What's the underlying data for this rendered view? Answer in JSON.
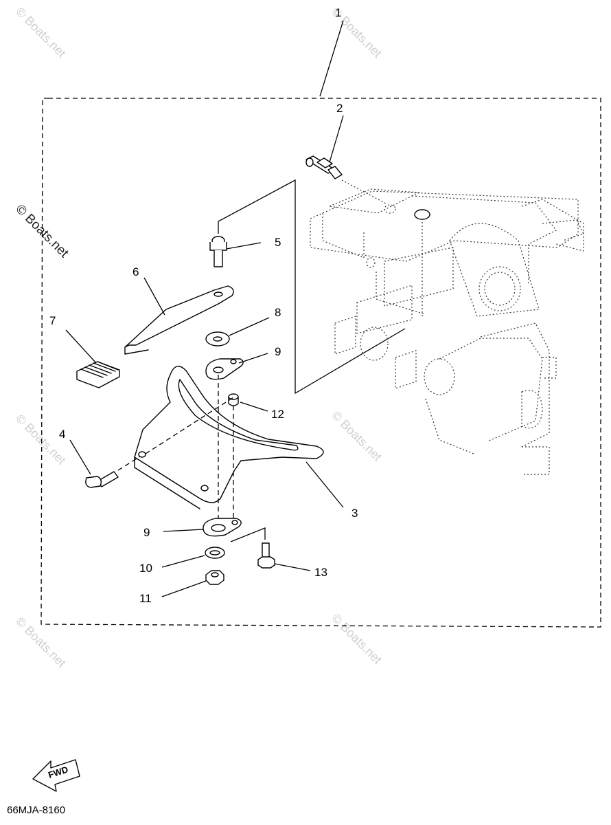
{
  "callouts": {
    "c1": "1",
    "c2": "2",
    "c3": "3",
    "c4": "4",
    "c5": "5",
    "c6": "6",
    "c7": "7",
    "c8": "8",
    "c9a": "9",
    "c9b": "9",
    "c10": "10",
    "c11": "11",
    "c12": "12",
    "c13": "13"
  },
  "fwd_label": "FWD",
  "diagram_code": "66MJA-8160",
  "watermark": "© Boats.net"
}
